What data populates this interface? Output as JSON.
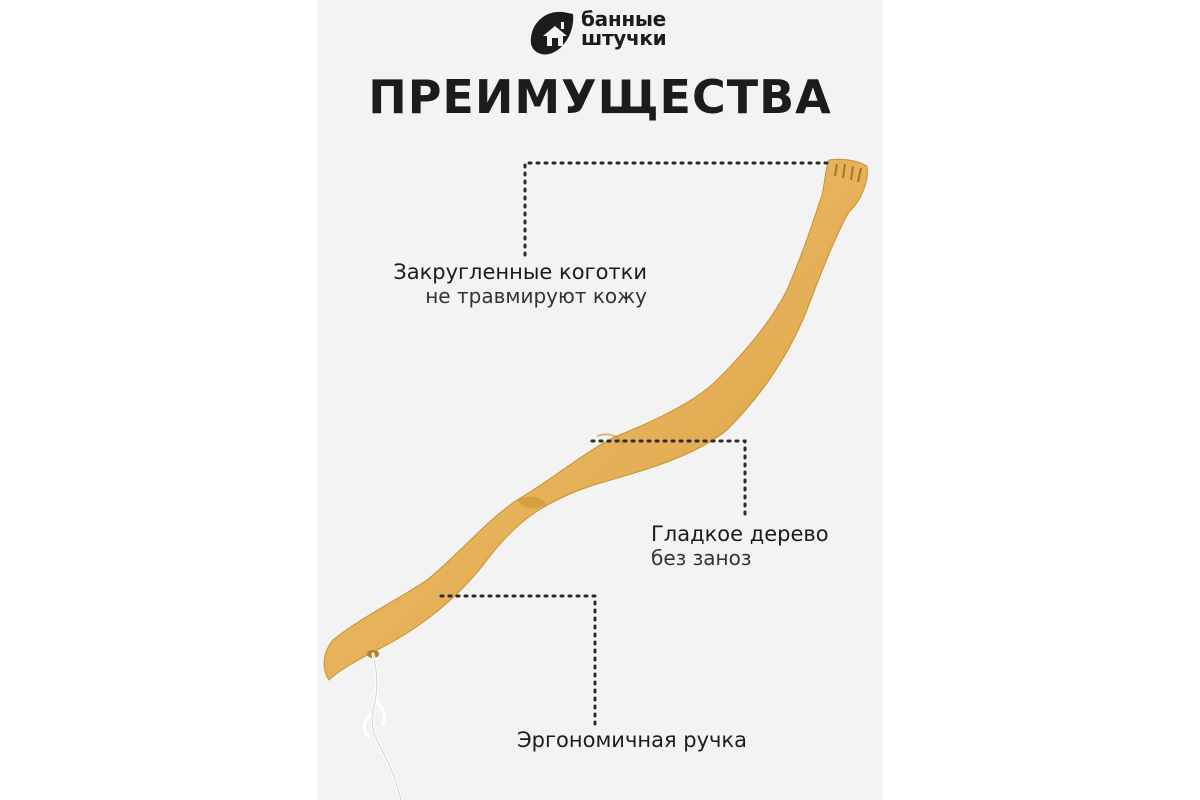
{
  "brand": {
    "line1": "банные",
    "line2": "штучки",
    "logo_icon": "leaf-house-icon"
  },
  "title": "ПРЕИМУЩЕСТВА",
  "features": [
    {
      "main": "Закругленные коготки",
      "sub": "не травмируют кожу"
    },
    {
      "main": "Гладкое дерево",
      "sub": "без заноз"
    },
    {
      "main": "Эргономичная ручка",
      "sub": ""
    }
  ],
  "colors": {
    "background": "#f3f3f3",
    "text": "#1c1c1c",
    "bamboo": "#e8b758",
    "bamboo_dark": "#c9922e"
  },
  "product_image": "bamboo-back-scratcher"
}
